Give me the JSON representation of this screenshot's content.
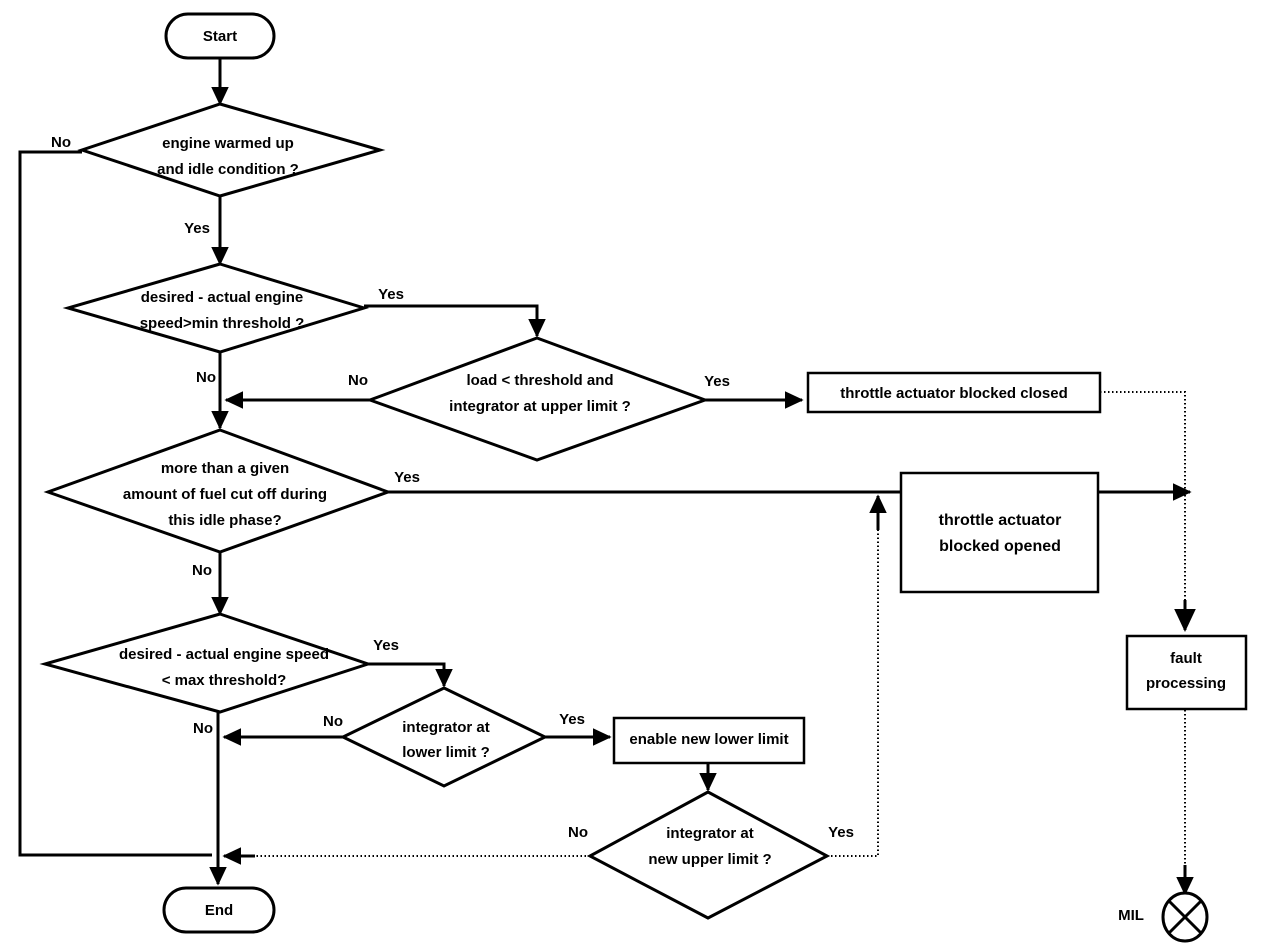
{
  "diagram": {
    "title": "Idle speed control / throttle actuator fault diagnosis flowchart",
    "type": "flowchart",
    "stroke_color": "#000000",
    "fill_color": "#ffffff",
    "background": "#ffffff"
  },
  "nodes": {
    "start": {
      "label": "Start",
      "shape": "terminator"
    },
    "end": {
      "label": "End",
      "shape": "terminator"
    },
    "d1": {
      "line1": "engine warmed up",
      "line2": "and idle condition ?",
      "shape": "decision"
    },
    "d2": {
      "line1": "desired - actual engine",
      "line2": "speed>min threshold ?",
      "shape": "decision"
    },
    "d3": {
      "line1": "load < threshold and",
      "line2": "integrator at upper limit ?",
      "shape": "decision"
    },
    "d4": {
      "line1": "more than a given",
      "line2": "amount of fuel cut off during",
      "line3": "this idle phase?",
      "shape": "decision"
    },
    "d5": {
      "line1": "desired - actual engine speed",
      "line2": "< max threshold?",
      "shape": "decision"
    },
    "d6": {
      "line1": "integrator at",
      "line2": "lower limit ?",
      "shape": "decision"
    },
    "d7": {
      "line1": "integrator at",
      "line2": "new upper limit ?",
      "shape": "decision"
    },
    "p1": {
      "label": "throttle actuator blocked closed",
      "shape": "process"
    },
    "p2": {
      "line1": "throttle actuator",
      "line2": "blocked opened",
      "shape": "process"
    },
    "p3": {
      "label": "enable new lower limit",
      "shape": "process"
    },
    "p4": {
      "line1": "fault",
      "line2": "processing",
      "shape": "process"
    },
    "mil": {
      "label": "MIL",
      "shape": "crossed-circle"
    }
  },
  "edge_labels": {
    "d1_no": "No",
    "d1_yes": "Yes",
    "d2_yes": "Yes",
    "d2_no": "No",
    "d3_no": "No",
    "d3_yes": "Yes",
    "d4_yes": "Yes",
    "d4_no": "No",
    "d5_yes": "Yes",
    "d5_no": "No",
    "d6_no": "No",
    "d6_yes": "Yes",
    "d7_no": "No",
    "d7_yes": "Yes"
  }
}
